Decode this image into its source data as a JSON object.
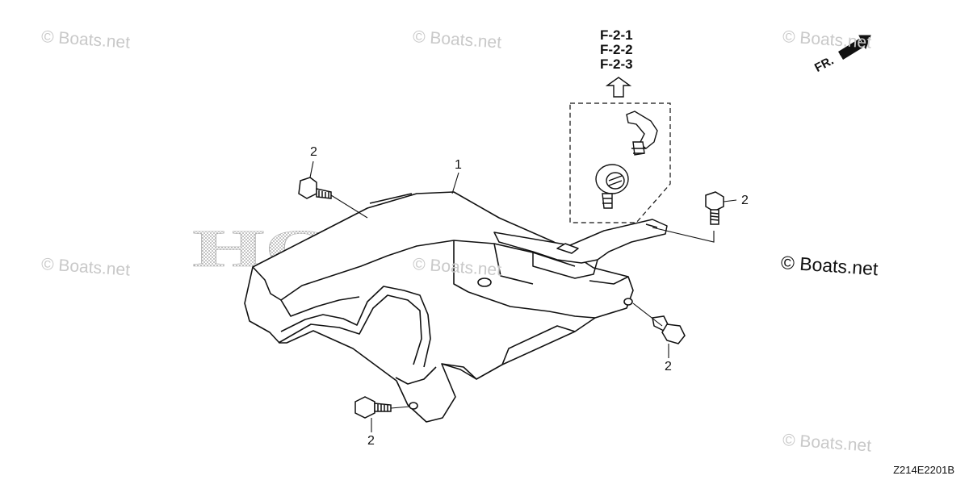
{
  "watermarks": [
    "© Boats.net",
    "© Boats.net",
    "© Boats.net",
    "© Boats.net",
    "© Boats.net",
    "© Boats.net"
  ],
  "copyright": "© Boats.net",
  "references": [
    "F-2-1",
    "F-2-2",
    "F-2-3"
  ],
  "direction_label": "FR.",
  "callouts": {
    "part_1": "1",
    "bolt_top_left": "2",
    "bolt_right": "2",
    "bolt_lower_right": "2",
    "bolt_bottom": "2"
  },
  "drawing_code": "Z214E2201B",
  "background_mark": "HONDA",
  "colors": {
    "line": "#111111",
    "watermark": "#c9c9c9",
    "background": "#ffffff"
  }
}
